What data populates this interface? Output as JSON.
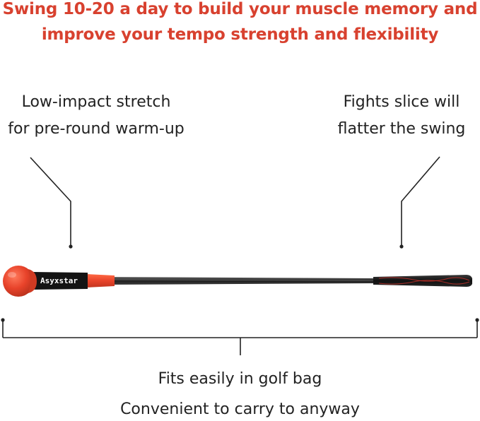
{
  "headline": {
    "line1": "Swing 10-20 a day to build your muscle memory and",
    "line2": "improve your tempo strength and flexibility"
  },
  "callouts": {
    "left": {
      "line1": "Low-impact stretch",
      "line2": "for pre-round warm-up"
    },
    "right": {
      "line1": "Fights slice will",
      "line2": "flatter the swing"
    }
  },
  "product": {
    "brand": "Asyxstar"
  },
  "bottom": {
    "line1": "Fits easily in golf bag",
    "line2": "Convenient to carry to anyway"
  },
  "colors": {
    "headline": "#d8412f",
    "ball": "#e8432a",
    "grip": "#1a1a1a",
    "shaft": "#2a2a2a"
  }
}
